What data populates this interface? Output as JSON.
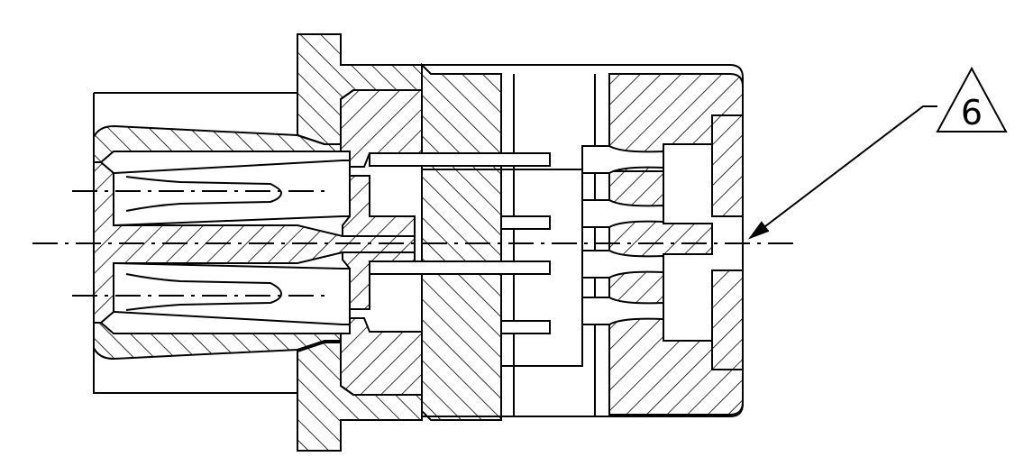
{
  "drawing": {
    "kind": "connector cross-section",
    "callout": {
      "label": "6",
      "shape": "triangle"
    },
    "colors": {
      "line": "#000000",
      "background": "#ffffff"
    }
  }
}
